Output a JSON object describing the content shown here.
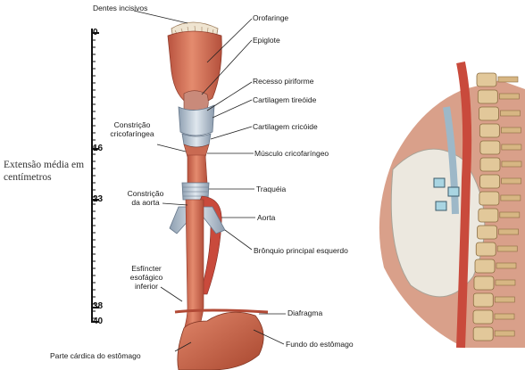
{
  "scale": {
    "title": "Extensão média em centímetros",
    "ticks": [
      {
        "label": "0"
      },
      {
        "label": "16"
      },
      {
        "label": "23"
      },
      {
        "label": "38"
      },
      {
        "label": "40"
      }
    ]
  },
  "labels": {
    "dentes": "Dentes incisivos",
    "orofaringe": "Orofaringe",
    "epiglote": "Epiglote",
    "recesso": "Recesso piriforme",
    "tireoide": "Cartilagem tireóide",
    "cricoide": "Cartilagem cricóide",
    "constr_crico": "Constrição cricofaríngea",
    "musculo": "Músculo cricofaríngeo",
    "traqueia": "Traquéia",
    "constr_aorta": "Constrição da aorta",
    "aorta": "Aorta",
    "bronquio": "Brônquio principal esquerdo",
    "esfincter": "Esfíncter esofágico inferior",
    "diafragma": "Diafragma",
    "cardica": "Parte cárdica do estômago",
    "fundo": "Fundo do estômago"
  },
  "colors": {
    "esophagus": "#d9735a",
    "stomach": "#c9644b",
    "cartilage": "#b9c7d4",
    "aorta": "#c94a3c",
    "bone": "#e2c89a"
  }
}
